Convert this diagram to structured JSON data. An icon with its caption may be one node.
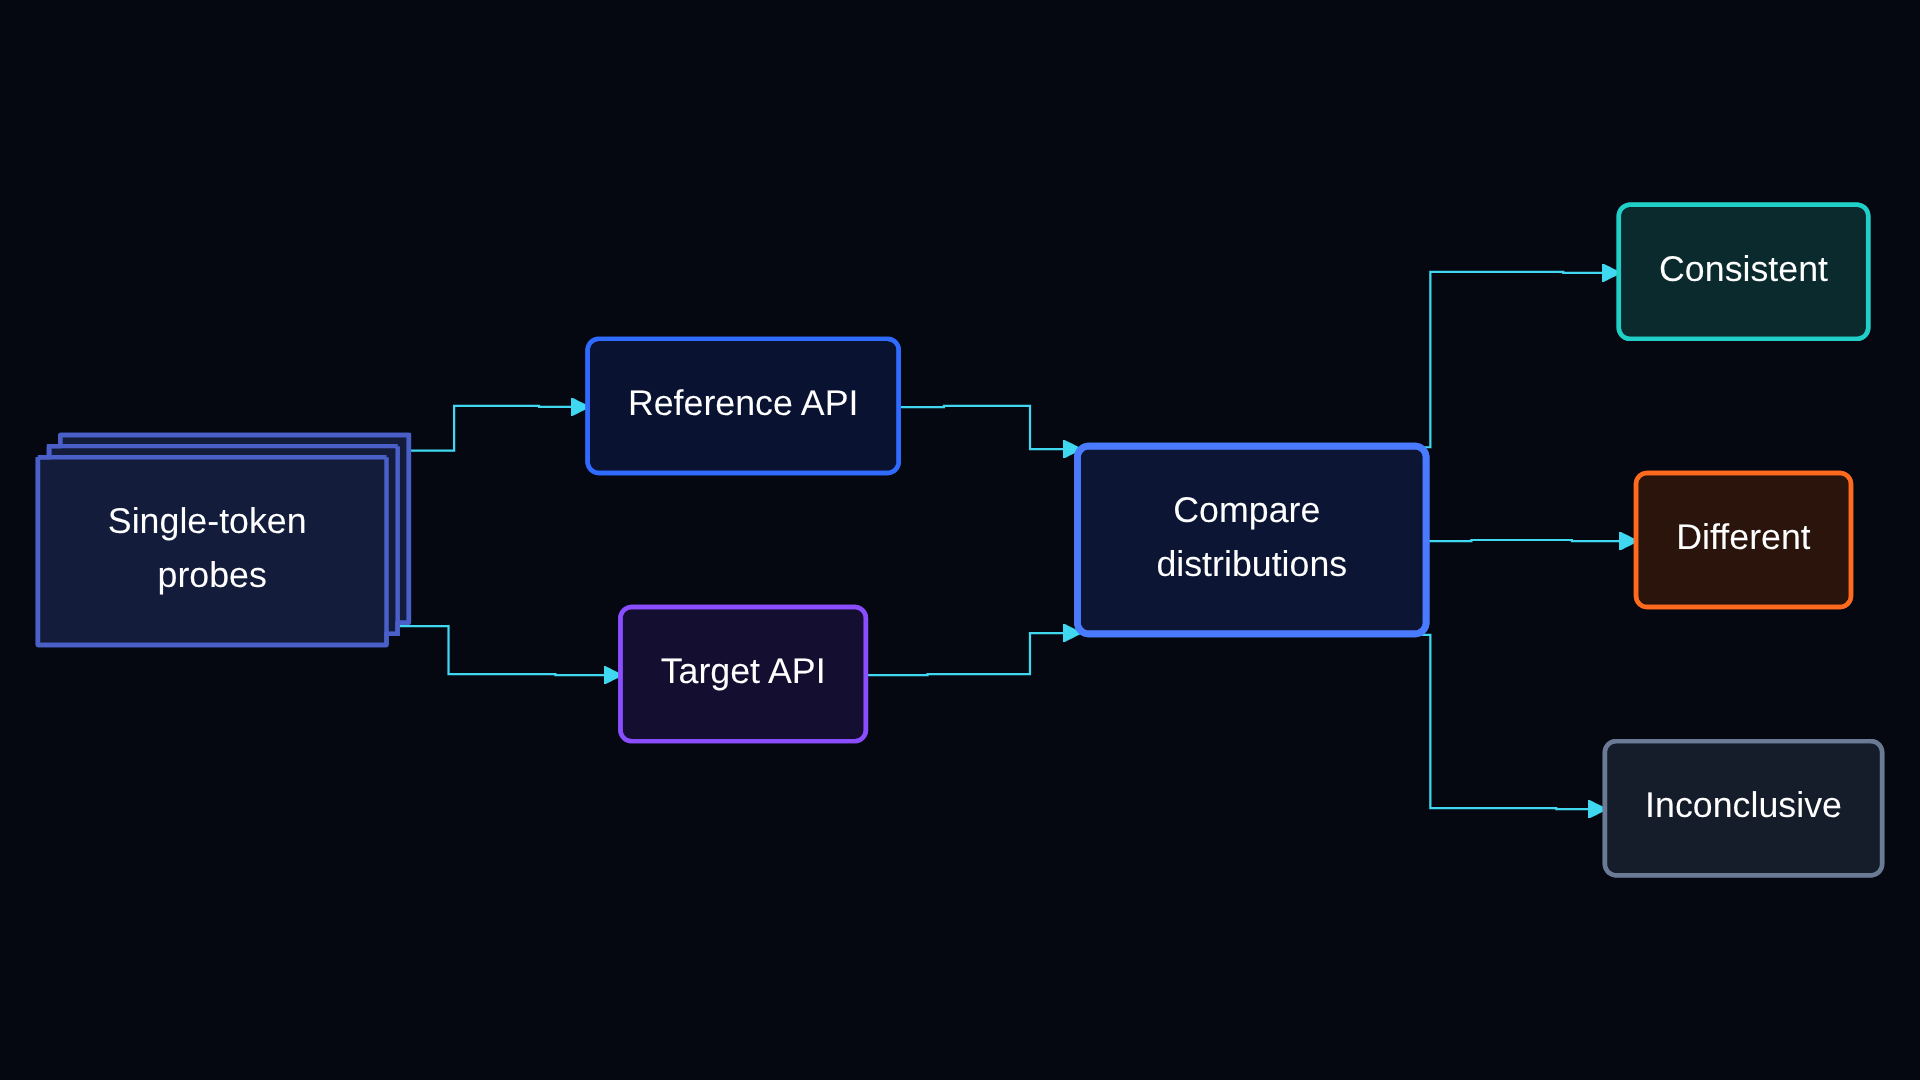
{
  "diagram": {
    "nodes": [
      {
        "text": [
          "Single-token probes"
        ]
      },
      {
        "text": [
          "Reference API"
        ]
      },
      {
        "text": [
          "Target API"
        ]
      },
      {
        "text": [
          "Compare distributions"
        ]
      },
      {
        "text": [
          "Consistent"
        ]
      },
      {
        "text": [
          "Different"
        ]
      },
      {
        "text": [
          "Inconclusive"
        ]
      }
    ],
    "edges": [
      {
        "from": 0,
        "to": 1,
        "arrow": "to"
      },
      {
        "from": 0,
        "to": 2,
        "arrow": "to"
      },
      {
        "from": 1,
        "to": 3,
        "arrow": "to"
      },
      {
        "from": 2,
        "to": 3,
        "arrow": "to"
      },
      {
        "from": 3,
        "to": 4,
        "arrow": "to"
      },
      {
        "from": 3,
        "to": 5,
        "arrow": "to"
      },
      {
        "from": 3,
        "to": 6,
        "arrow": "to"
      }
    ]
  }
}
